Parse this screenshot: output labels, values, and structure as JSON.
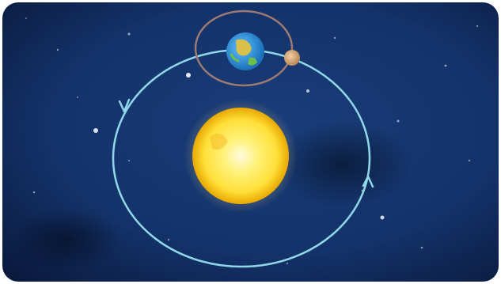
{
  "scene": {
    "bodies": [
      {
        "name": "sun",
        "icon": "sun-icon"
      },
      {
        "name": "earth",
        "icon": "earth-icon"
      },
      {
        "name": "moon",
        "icon": "moon-icon"
      }
    ],
    "orbits": [
      {
        "name": "earth-orbit",
        "direction": "counterclockwise"
      },
      {
        "name": "moon-orbit"
      }
    ]
  },
  "colors": {
    "space": "#14326a",
    "space_dark": "#0a1a3e",
    "orbit": "#8fd8e8",
    "moon_orbit": "#9c7a72",
    "sun_inner": "#fffbe0",
    "sun_mid": "#ffe03a",
    "sun_outer": "#e8a800",
    "earth_ocean": "#2b8fd6",
    "earth_land": "#d8c04a",
    "moon": "#d9a878"
  }
}
